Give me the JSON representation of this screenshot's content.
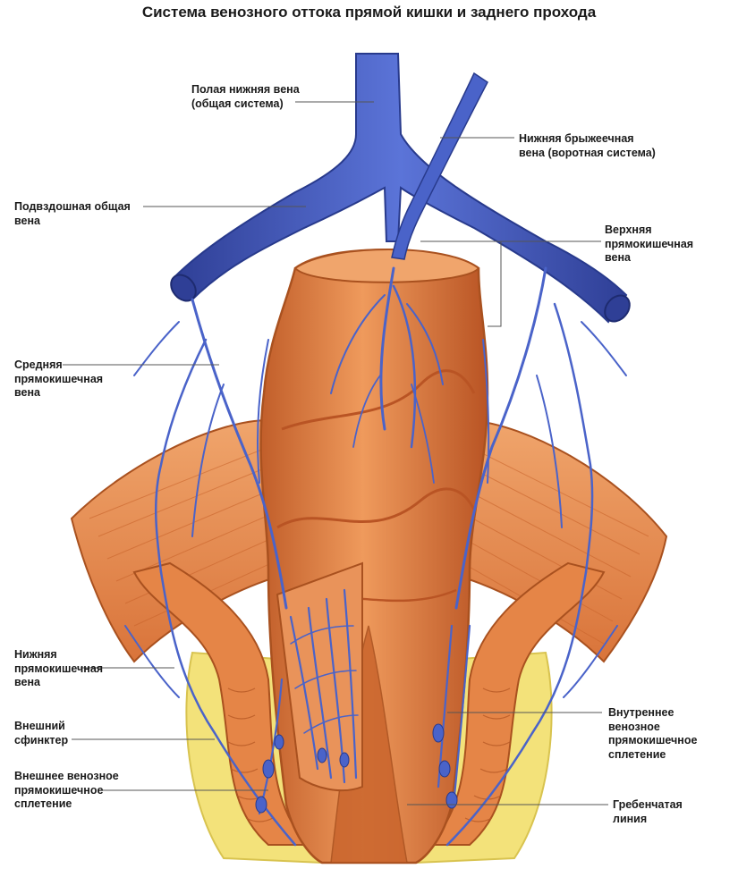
{
  "title": "Система венозного оттока прямой кишки и заднего прохода",
  "labels": {
    "inferior_vena_cava": [
      "Полая нижняя вена",
      "(общая система)"
    ],
    "inferior_mesenteric_vein": [
      "Нижняя брыжеечная",
      "вена (воротная система)"
    ],
    "common_iliac_vein": [
      "Подвздошная общая",
      "вена"
    ],
    "superior_rectal_vein": [
      "Верхняя",
      "прямокишечная",
      "вена"
    ],
    "middle_rectal_vein": [
      "Средняя",
      "прямокишечная",
      "вена"
    ],
    "inferior_rectal_vein": [
      "Нижняя",
      "прямокишечная",
      "вена"
    ],
    "external_sphincter": [
      "Внешний",
      "сфинктер"
    ],
    "external_venous_plexus": [
      "Внешнее венозное",
      "прямокишечное",
      "сплетение"
    ],
    "internal_venous_plexus": [
      "Внутреннее",
      "венозное",
      "прямокишечное",
      "сплетение"
    ],
    "pectinate_line": [
      "Гребенчатая",
      "линия"
    ]
  },
  "colors": {
    "vein": "#4a63c9",
    "vein_dark": "#2f3f96",
    "tissue": "#e07a3e",
    "tissue_dark": "#b95424",
    "tissue_light": "#f2a266",
    "muscle": "#e9935a",
    "fat": "#f3e27a",
    "leader": "#555555"
  }
}
